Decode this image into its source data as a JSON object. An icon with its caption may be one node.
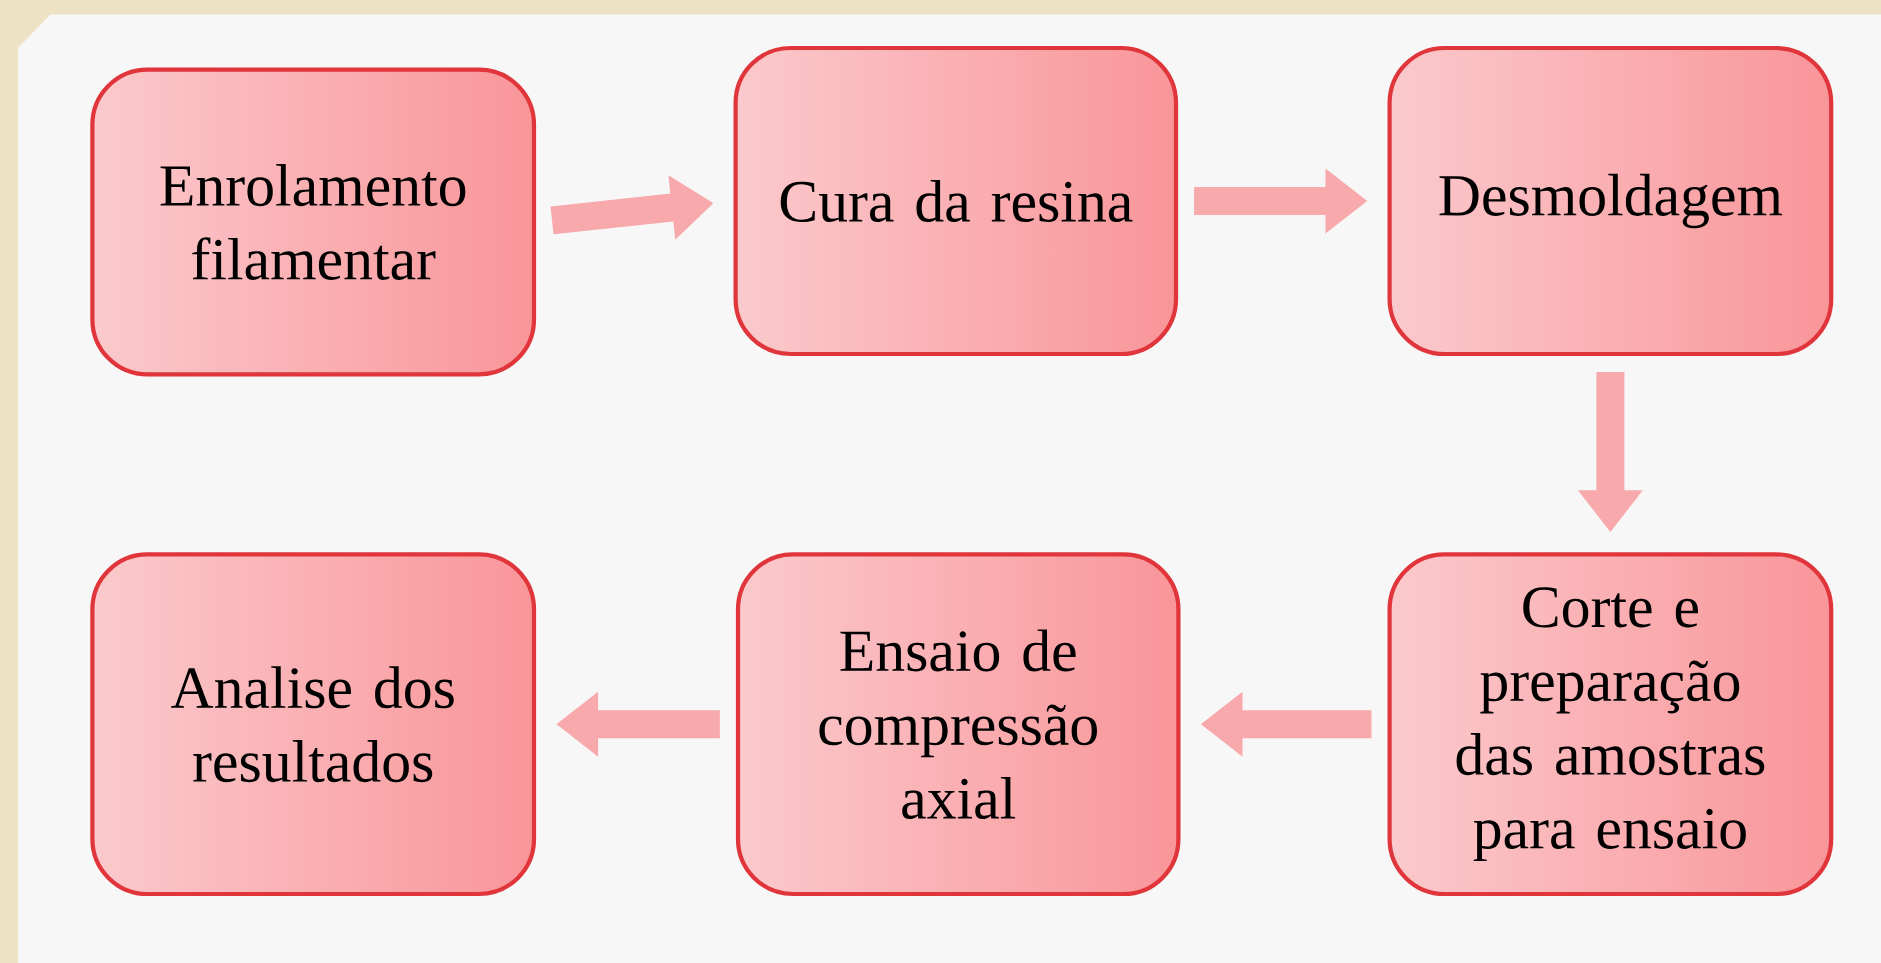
{
  "diagram": {
    "nodes": [
      {
        "text": [
          "Enrolamento filamentar"
        ]
      },
      {
        "text": [
          "Cura da resina"
        ]
      },
      {
        "text": [
          "Desmoldagem"
        ]
      },
      {
        "text": [
          "Corte e preparação das amostras para ensaio"
        ]
      },
      {
        "text": [
          "Ensaio de compressão axial"
        ]
      },
      {
        "text": [
          "Analise dos resultados"
        ]
      }
    ],
    "edges": [
      {
        "from": 0,
        "to": 1,
        "arrow": "to"
      },
      {
        "from": 1,
        "to": 2,
        "arrow": "to"
      },
      {
        "from": 2,
        "to": 3,
        "arrow": "to"
      },
      {
        "from": 3,
        "to": 4,
        "arrow": "to"
      },
      {
        "from": 4,
        "to": 5,
        "arrow": "to"
      }
    ]
  }
}
